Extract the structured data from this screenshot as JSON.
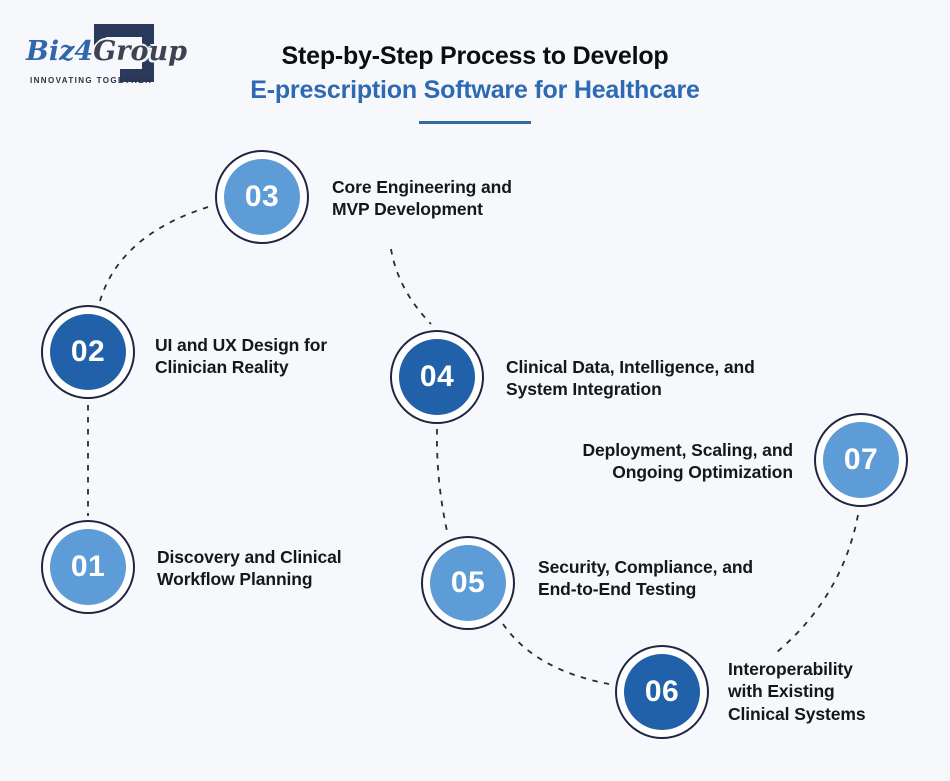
{
  "logo": {
    "brand_primary": "Biz",
    "brand_number": "4",
    "brand_secondary": "Group",
    "tagline": "INNOVATING TOGETHER"
  },
  "header": {
    "title_line1": "Step-by-Step Process to Develop",
    "title_line2": "E-prescription Software for Healthcare"
  },
  "colors": {
    "background": "#f7f8fb",
    "accent_blue": "#2d6ab3",
    "light_circle": "#5e9cd8",
    "dark_circle": "#2161aa",
    "ring": "#1f2542",
    "connector": "#262b3a"
  },
  "steps": [
    {
      "num": "01",
      "label": "Discovery and Clinical Workflow Planning",
      "variant": "light"
    },
    {
      "num": "02",
      "label": "UI and UX Design for Clinician Reality",
      "variant": "dark"
    },
    {
      "num": "03",
      "label": "Core Engineering and MVP Development",
      "variant": "light"
    },
    {
      "num": "04",
      "label": "Clinical Data, Intelligence, and System Integration",
      "variant": "dark"
    },
    {
      "num": "05",
      "label": "Security, Compliance, and End-to-End Testing",
      "variant": "light"
    },
    {
      "num": "06",
      "label": "Interoperability with Existing Clinical Systems",
      "variant": "dark"
    },
    {
      "num": "07",
      "label": "Deployment, Scaling, and Ongoing Optimization",
      "variant": "light"
    }
  ]
}
